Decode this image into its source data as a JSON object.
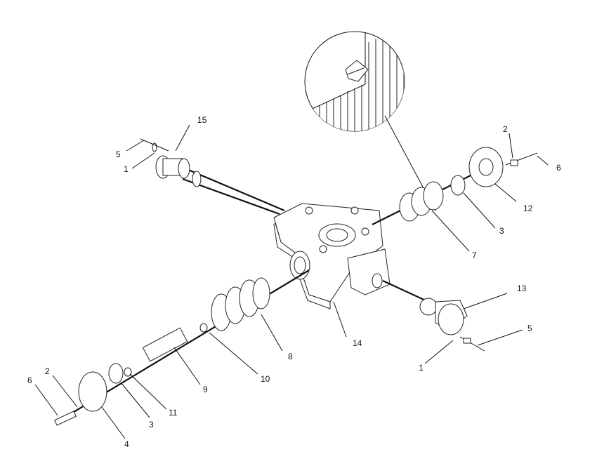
{
  "diagram": {
    "labels": {
      "l1a": "1",
      "l1b": "1",
      "l2a": "2",
      "l2b": "2",
      "l3a": "3",
      "l3b": "3",
      "l4": "4",
      "l5a": "5",
      "l5b": "5",
      "l6a": "6",
      "l6b": "6",
      "l7": "7",
      "l8": "8",
      "l9": "9",
      "l10": "10",
      "l11": "11",
      "l12": "12",
      "l13": "13",
      "l14": "14",
      "l15": "15"
    }
  }
}
